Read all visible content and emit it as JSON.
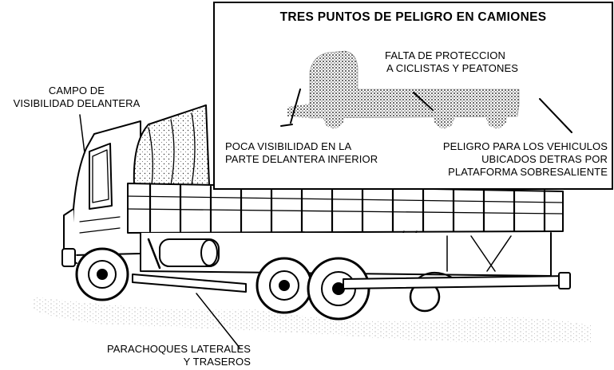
{
  "panel": {
    "title": "TRES PUNTOS DE PELIGRO EN CAMIONES",
    "hazard_cyclists": [
      "FALTA DE PROTECCION",
      "A CICLISTAS Y PEATONES"
    ],
    "hazard_front": [
      "POCA VISIBILIDAD EN LA",
      "PARTE DELANTERA INFERIOR"
    ],
    "hazard_rear": [
      "PELIGRO PARA LOS VEHICULOS",
      "UBICADOS DETRAS POR",
      "PLATAFORMA SOBRESALIENTE"
    ]
  },
  "truck": {
    "label_visibility": [
      "CAMPO DE",
      "VISIBILIDAD DELANTERA"
    ],
    "label_bumpers": [
      "PARACHOQUES LATERALES",
      "Y TRASEROS"
    ]
  }
}
